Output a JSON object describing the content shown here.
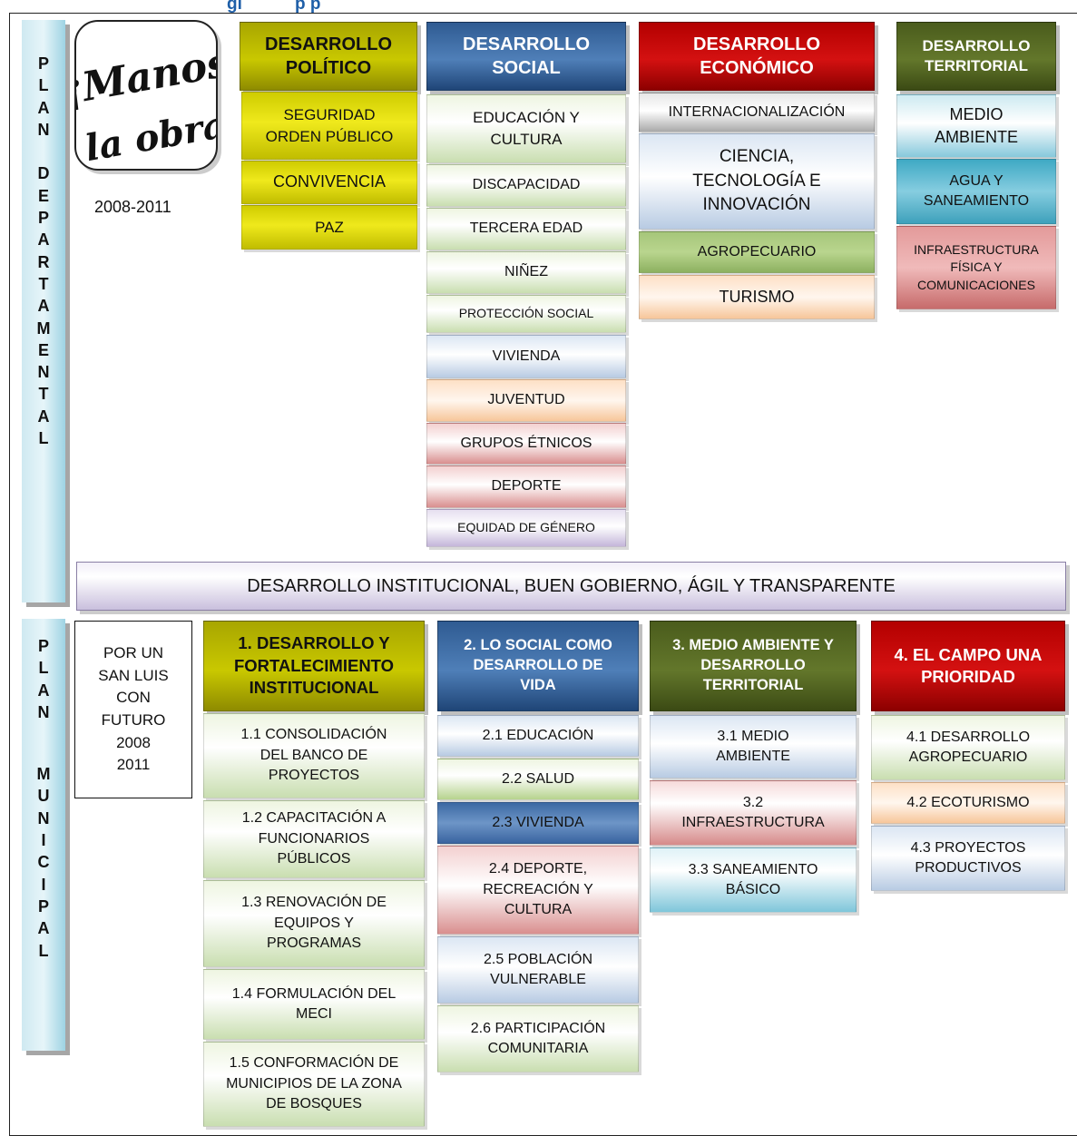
{
  "top_title": "gi           p p",
  "plan_departamental": {
    "side_label_letters": [
      "P",
      "L",
      "A",
      "N",
      "",
      "D",
      "E",
      "P",
      "A",
      "R",
      "T",
      "A",
      "M",
      "E",
      "N",
      "T",
      "A",
      "L"
    ],
    "logo_text": [
      "¡Manos",
      "a la obra!"
    ],
    "period": "2008-2011",
    "columns": [
      {
        "header": "DESARROLLO POLÍTICO",
        "items": [
          "SEGURIDAD ORDEN PÚBLICO",
          "CONVIVENCIA",
          "PAZ"
        ]
      },
      {
        "header": "DESARROLLO SOCIAL",
        "items": [
          "EDUCACIÓN Y CULTURA",
          "DISCAPACIDAD",
          "TERCERA EDAD",
          "NIÑEZ",
          "PROTECCIÓN SOCIAL",
          "VIVIENDA",
          "JUVENTUD",
          "GRUPOS ÉTNICOS",
          "DEPORTE",
          "EQUIDAD DE GÉNERO"
        ]
      },
      {
        "header": "DESARROLLO ECONÓMICO",
        "items": [
          "INTERNACIONALIZACIÓN",
          "CIENCIA, TECNOLOGÍA E INNOVACIÓN",
          "AGROPECUARIO",
          "TURISMO"
        ]
      },
      {
        "header": "DESARROLLO TERRITORIAL",
        "items": [
          "MEDIO AMBIENTE",
          "AGUA Y SANEAMIENTO",
          "INFRAESTRUCTURA FÍSICA Y COMUNICACIONES"
        ]
      }
    ],
    "banner": "DESARROLLO INSTITUCIONAL, BUEN GOBIERNO, ÁGIL Y TRANSPARENTE"
  },
  "plan_municipal": {
    "side_label_letters": [
      "P",
      "L",
      "A",
      "N",
      "",
      "M",
      "U",
      "N",
      "I",
      "C",
      "I",
      "P",
      "A",
      "L"
    ],
    "intro_lines": [
      "POR UN",
      "SAN LUIS",
      "CON",
      "FUTURO",
      "2008",
      "2011"
    ],
    "columns": [
      {
        "header": "1. DESARROLLO Y FORTALECIMIENTO INSTITUCIONAL",
        "items": [
          "1.1 CONSOLIDACIÓN DEL BANCO DE PROYECTOS",
          "1.2 CAPACITACIÓN A FUNCIONARIOS PÚBLICOS",
          "1.3 RENOVACIÓN DE EQUIPOS Y PROGRAMAS",
          "1.4 FORMULACIÓN DEL MECI",
          "1.5 CONFORMACIÓN DE MUNICIPIOS DE LA ZONA DE BOSQUES"
        ]
      },
      {
        "header": "2. LO SOCIAL COMO DESARROLLO DE VIDA",
        "items": [
          "2.1 EDUCACIÓN",
          "2.2 SALUD",
          "2.3 VIVIENDA",
          "2.4 DEPORTE, RECREACIÓN Y CULTURA",
          "2.5 POBLACIÓN VULNERABLE",
          "2.6 PARTICIPACIÓN COMUNITARIA"
        ]
      },
      {
        "header": "3. MEDIO AMBIENTE Y DESARROLLO TERRITORIAL",
        "items": [
          "3.1 MEDIO AMBIENTE",
          "3.2 INFRAESTRUCTURA",
          "3.3 SANEAMIENTO BÁSICO"
        ]
      },
      {
        "header": "4. EL CAMPO UNA PRIORIDAD",
        "items": [
          "4.1 DESARROLLO AGROPECUARIO",
          "4.2 ECOTURISMO",
          "4.3 PROYECTOS PRODUCTIVOS"
        ]
      }
    ]
  }
}
